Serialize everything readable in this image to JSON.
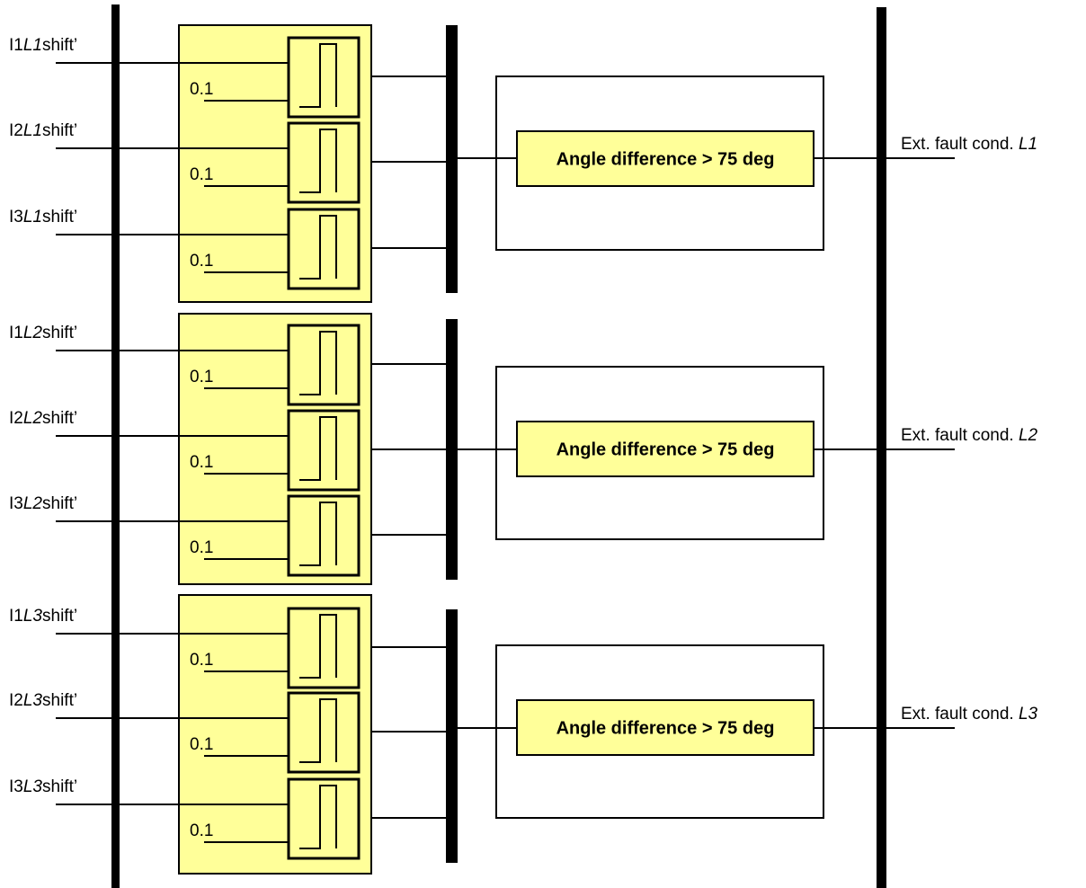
{
  "colors": {
    "fill": "#ffff99",
    "stroke": "#000000",
    "background": "#ffffff"
  },
  "threshold_value": "0.1",
  "groups": [
    {
      "inputs": [
        {
          "prefix": "I1",
          "phase": "L1",
          "suffix": "shift’"
        },
        {
          "prefix": "I2",
          "phase": "L1",
          "suffix": "shift’"
        },
        {
          "prefix": "I3",
          "phase": "L1",
          "suffix": "shift’"
        }
      ],
      "block_label": "Angle difference > 75 deg",
      "output": {
        "text": "Ext. fault cond. ",
        "phase": "L1"
      }
    },
    {
      "inputs": [
        {
          "prefix": "I1",
          "phase": "L2",
          "suffix": "shift’"
        },
        {
          "prefix": "I2",
          "phase": "L2",
          "suffix": "shift’"
        },
        {
          "prefix": "I3",
          "phase": "L2",
          "suffix": "shift’"
        }
      ],
      "block_label": "Angle difference > 75 deg",
      "output": {
        "text": "Ext. fault cond. ",
        "phase": "L2"
      }
    },
    {
      "inputs": [
        {
          "prefix": "I1",
          "phase": "L3",
          "suffix": "shift’"
        },
        {
          "prefix": "I2",
          "phase": "L3",
          "suffix": "shift’"
        },
        {
          "prefix": "I3",
          "phase": "L3",
          "suffix": "shift’"
        }
      ],
      "block_label": "Angle difference > 75 deg",
      "output": {
        "text": "Ext. fault cond. ",
        "phase": "L3"
      }
    }
  ]
}
